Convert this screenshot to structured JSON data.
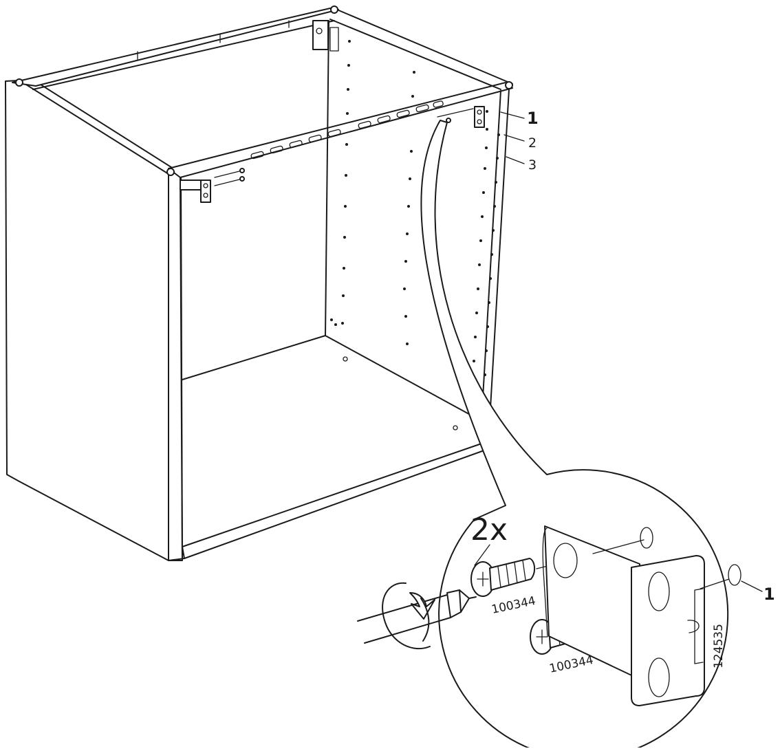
{
  "diagram": {
    "hole_labels": {
      "hole_1": "1",
      "hole_2": "2",
      "hole_3": "3"
    },
    "detail": {
      "quantity": "2x",
      "screw_part_top": "100344",
      "screw_part_bottom": "100344",
      "bracket_part": "124535",
      "position_label": "1"
    }
  }
}
